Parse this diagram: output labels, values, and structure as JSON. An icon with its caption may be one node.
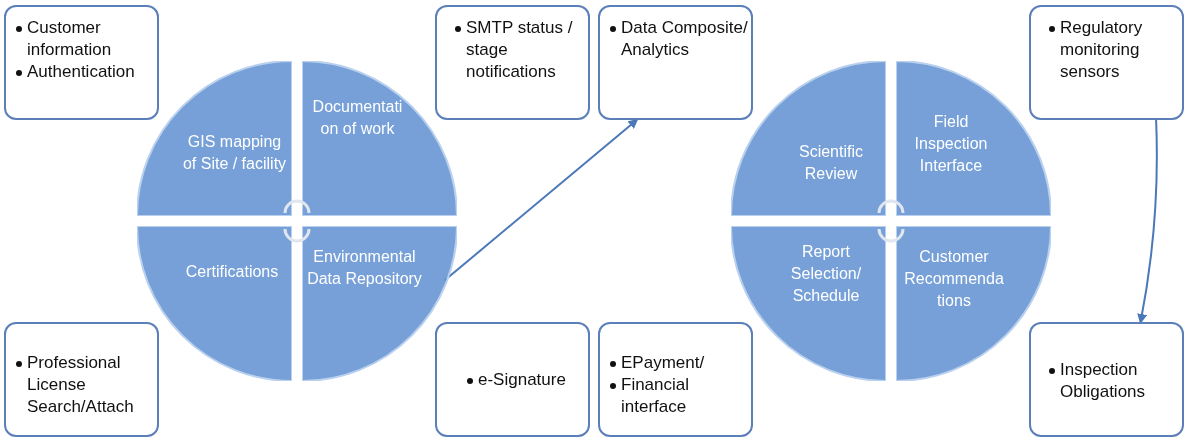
{
  "diagram": {
    "nodes": [
      {
        "text": [
          "Customer information",
          "Authentication"
        ]
      },
      {
        "text": [
          "GIS mapping of Site / facility"
        ]
      },
      {
        "text": [
          "Documentation of work"
        ]
      },
      {
        "text": [
          "SMTP status / stage notifications"
        ]
      },
      {
        "text": [
          "Certifications"
        ]
      },
      {
        "text": [
          "Environmental Data Repository"
        ]
      },
      {
        "text": [
          "Professional License Search/Attach"
        ]
      },
      {
        "text": [
          "e-Signature"
        ]
      },
      {
        "text": [
          "Data Composite/ Analytics"
        ]
      },
      {
        "text": [
          "Scientific Review"
        ]
      },
      {
        "text": [
          "Field Inspection Interface"
        ]
      },
      {
        "text": [
          "Regulatory monitoring sensors"
        ]
      },
      {
        "text": [
          "Report Selection/ Schedule"
        ]
      },
      {
        "text": [
          "Customer Recommendations"
        ]
      },
      {
        "text": [
          "EPayment/",
          "Financial interface"
        ]
      },
      {
        "text": [
          "Inspection Obligations"
        ]
      }
    ],
    "edges": [
      {
        "from": 5,
        "to": 8,
        "arrow": "to"
      },
      {
        "from": 11,
        "to": 15,
        "arrow": "to"
      }
    ]
  }
}
